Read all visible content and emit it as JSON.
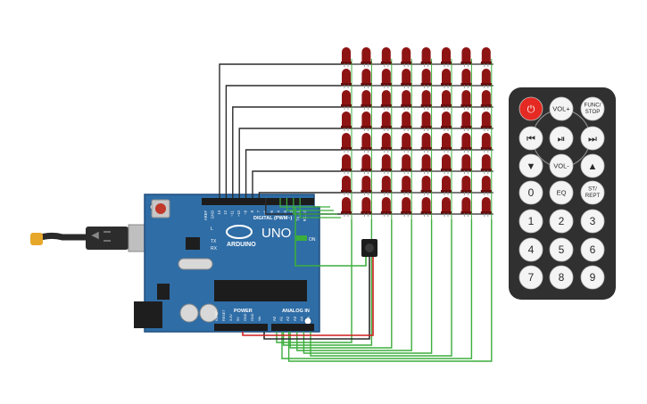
{
  "board": {
    "brand": "ARDUINO",
    "model": "UNO",
    "digital_label": "DIGITAL (PWM~)",
    "analog_label": "ANALOG IN",
    "power_label": "POWER",
    "on_label": "ON",
    "tx_label": "TX",
    "rx_label": "RX",
    "l_label": "L",
    "reset_label": "RESET",
    "digital_pins": [
      "AREF",
      "GND",
      "13",
      "12",
      "~11",
      "~10",
      "~9",
      "8",
      "7",
      "~6",
      "~5",
      "4",
      "~3",
      "2",
      "TX→1",
      "RX←0"
    ],
    "analog_pins": [
      "A0",
      "A1",
      "A2",
      "A3",
      "A4",
      "A5"
    ],
    "power_pins": [
      "IOREF",
      "RESET",
      "3.3V",
      "5V",
      "GND",
      "GND",
      "Vin"
    ]
  },
  "matrix": {
    "rows": 8,
    "cols": 8,
    "led_color": "#8e1414"
  },
  "remote": {
    "rows": [
      [
        {
          "name": "power-button",
          "label": "⏻",
          "style": "red"
        },
        {
          "name": "vol-up-button",
          "label": "VOL+",
          "style": "white"
        },
        {
          "name": "func-stop-button",
          "label": "FUNC/ STOP",
          "style": "white"
        }
      ],
      [
        {
          "name": "rewind-button",
          "label": "⏮",
          "style": "white"
        },
        {
          "name": "play-pause-button",
          "label": "⏯",
          "style": "white"
        },
        {
          "name": "fast-forward-button",
          "label": "⏭",
          "style": "white"
        }
      ],
      [
        {
          "name": "down-button",
          "label": "▼",
          "style": "white"
        },
        {
          "name": "vol-down-button",
          "label": "VOL-",
          "style": "white"
        },
        {
          "name": "up-button",
          "label": "▲",
          "style": "white"
        }
      ],
      [
        {
          "name": "digit-0-button",
          "label": "0",
          "style": "white"
        },
        {
          "name": "eq-button",
          "label": "EQ",
          "style": "white"
        },
        {
          "name": "st-rept-button",
          "label": "ST/ REPT",
          "style": "white"
        }
      ],
      [
        {
          "name": "digit-1-button",
          "label": "1",
          "style": "white"
        },
        {
          "name": "digit-2-button",
          "label": "2",
          "style": "white"
        },
        {
          "name": "digit-3-button",
          "label": "3",
          "style": "white"
        }
      ],
      [
        {
          "name": "digit-4-button",
          "label": "4",
          "style": "white"
        },
        {
          "name": "digit-5-button",
          "label": "5",
          "style": "white"
        },
        {
          "name": "digit-6-button",
          "label": "6",
          "style": "white"
        }
      ],
      [
        {
          "name": "digit-7-button",
          "label": "7",
          "style": "white"
        },
        {
          "name": "digit-8-button",
          "label": "8",
          "style": "white"
        },
        {
          "name": "digit-9-button",
          "label": "9",
          "style": "white"
        }
      ]
    ]
  },
  "colors": {
    "board": "#2f6da6",
    "board_dark": "#1f4f7e",
    "wire_black": "#2b2b2b",
    "wire_green": "#3cae3c",
    "wire_red": "#d11e1e",
    "remote_body": "#303030",
    "remote_red": "#e42a22",
    "remote_white": "#f4f4f4"
  }
}
